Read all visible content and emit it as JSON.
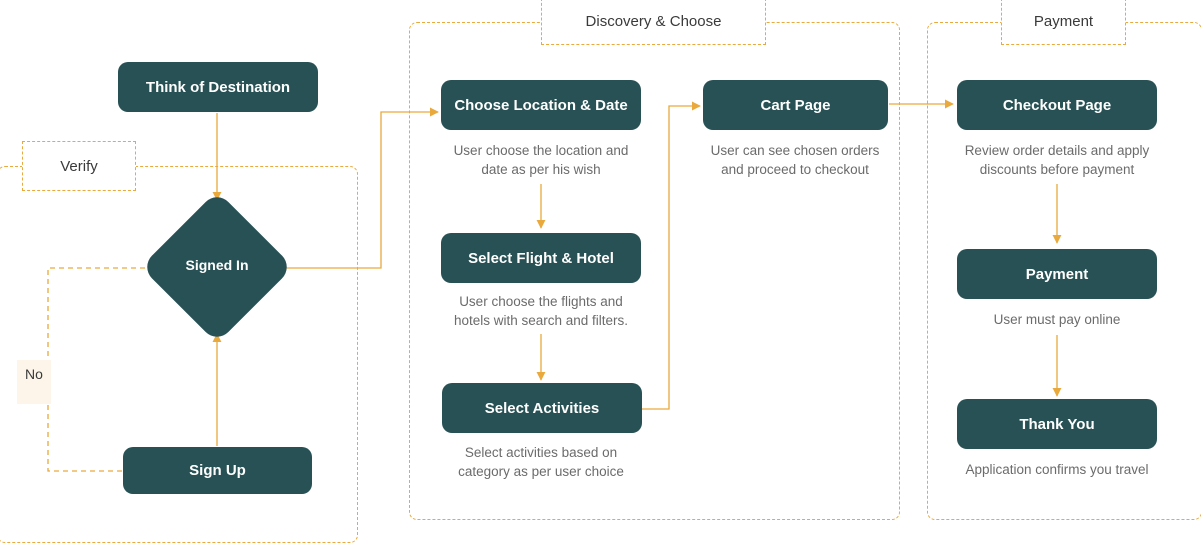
{
  "groups": {
    "verify": "Verify",
    "discovery": "Discovery & Choose",
    "payment": "Payment"
  },
  "nodes": {
    "think": "Think of Destination",
    "signed_in": "Signed In",
    "sign_up": "Sign Up",
    "choose_location": "Choose Location & Date",
    "select_flight": "Select Flight & Hotel",
    "select_activities": "Select Activities",
    "cart": "Cart Page",
    "checkout": "Checkout Page",
    "payment": "Payment",
    "thank_you": "Thank You"
  },
  "edge_labels": {
    "no": "No"
  },
  "descriptions": {
    "choose_location": [
      "User choose the location and",
      "date as per his wish"
    ],
    "select_flight": [
      "User choose the flights and",
      "hotels with search and filters."
    ],
    "select_activities": [
      "Select activities based on",
      "category as per user choice"
    ],
    "cart": [
      "User can see chosen orders",
      "and proceed to checkout"
    ],
    "checkout": [
      "Review order details and apply",
      "discounts before payment"
    ],
    "payment": [
      "User must pay online"
    ],
    "thank_you": [
      "Application confirms you travel"
    ]
  },
  "colors": {
    "node": "#275154",
    "accent": "#e9a93c",
    "text_muted": "#6b6b6b"
  }
}
